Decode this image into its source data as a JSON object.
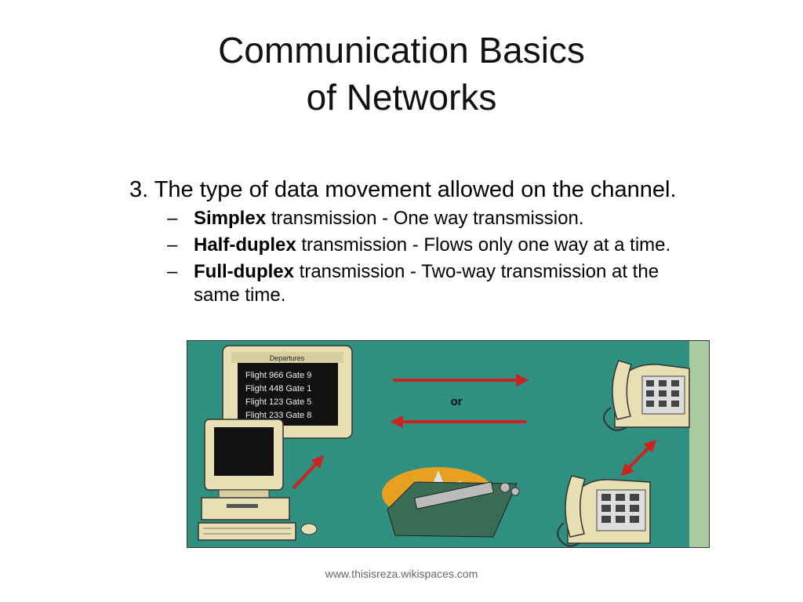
{
  "slide": {
    "title_line1": "Communication Basics",
    "title_line2": "of Networks",
    "point": "3. The type of data movement allowed on the channel.",
    "bullets": [
      {
        "term": "Simplex",
        "text": " transmission - One way transmission."
      },
      {
        "term": "Half-duplex",
        "text": " transmission - Flows only one way at a time."
      },
      {
        "term": "Full-duplex",
        "text": " transmission - Two-way transmission at the same time."
      }
    ],
    "footer": "www.thisisreza.wikispaces.com"
  },
  "figure": {
    "board_title": "Departures",
    "flights": [
      "Flight 966 Gate 9",
      "Flight 448 Gate 1",
      "Flight 123 Gate 5",
      "Flight 233 Gate 8"
    ],
    "or_label": "or",
    "colors": {
      "background": "#2f8f80",
      "arrow": "#cc2222",
      "device": "#e9dfb4",
      "screen": "#111111"
    }
  }
}
